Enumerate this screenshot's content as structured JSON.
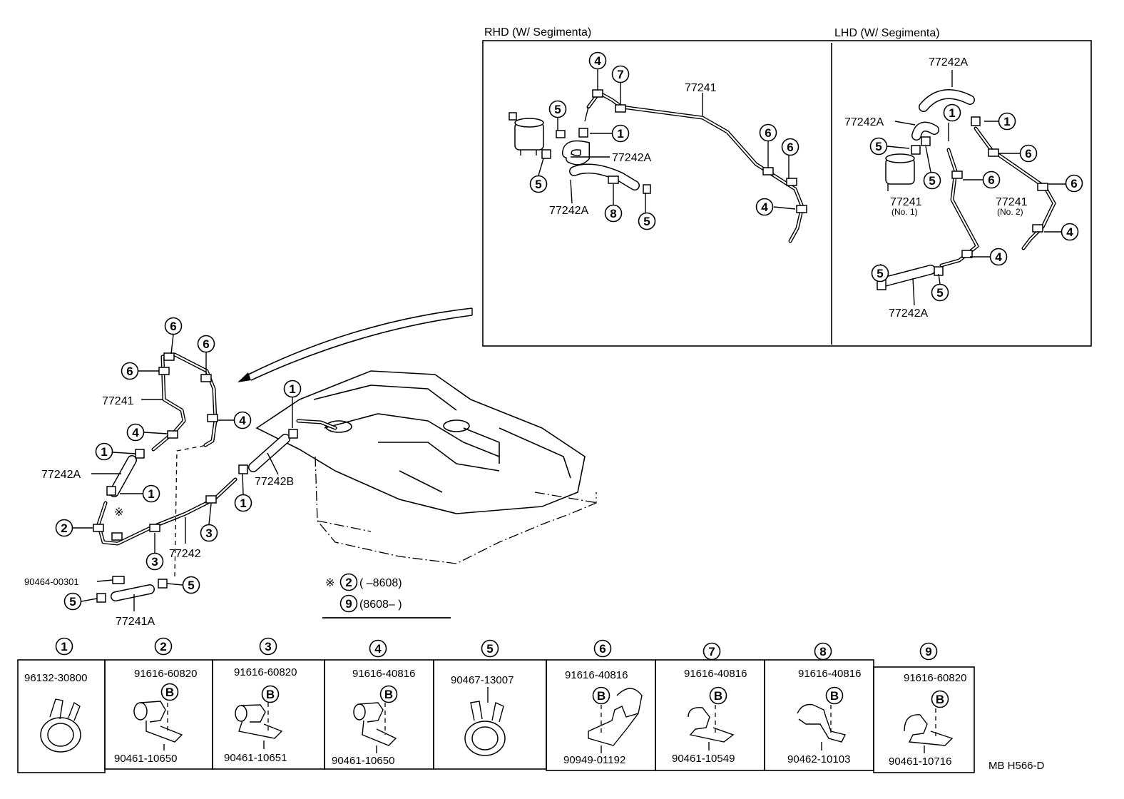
{
  "inset": {
    "rhd_title": "RHD (W/ Segimenta)",
    "lhd_title": "LHD (W/ Segimenta)"
  },
  "callouts": {
    "c1": "1",
    "c2": "2",
    "c3": "3",
    "c4": "4",
    "c5": "5",
    "c6": "6",
    "c7": "7",
    "c8": "8",
    "c9": "9",
    "cB": "B"
  },
  "labels": {
    "p77241": "77241",
    "p77242": "77242",
    "p77242A": "77242A",
    "p77242A_dash": "77242A",
    "p77242B": "77242B",
    "p77241A": "77241A",
    "p77241_no1": "(No. 1)",
    "p77241_no2": "(No. 2)",
    "p90464": "90464-00301",
    "note_mark": "※",
    "note_2_text": "(        –8608)",
    "note_9_text": "(8608–        )",
    "figure_code": "MB  H566-D"
  },
  "legend": [
    {
      "num": "1",
      "top": "96132-30800",
      "bottom": ""
    },
    {
      "num": "2",
      "top": "91616-60820",
      "bottom": "90461-10650"
    },
    {
      "num": "3",
      "top": "91616-60820",
      "bottom": "90461-10651"
    },
    {
      "num": "4",
      "top": "91616-40816",
      "bottom": "90461-10650"
    },
    {
      "num": "5",
      "top": "90467-13007",
      "bottom": ""
    },
    {
      "num": "6",
      "top": "91616-40816",
      "bottom": "90949-01192"
    },
    {
      "num": "7",
      "top": "91616-40816",
      "bottom": "90461-10549"
    },
    {
      "num": "8",
      "top": "91616-40816",
      "bottom": "90462-10103"
    },
    {
      "num": "9",
      "top": "91616-60820",
      "bottom": "90461-10716"
    }
  ]
}
